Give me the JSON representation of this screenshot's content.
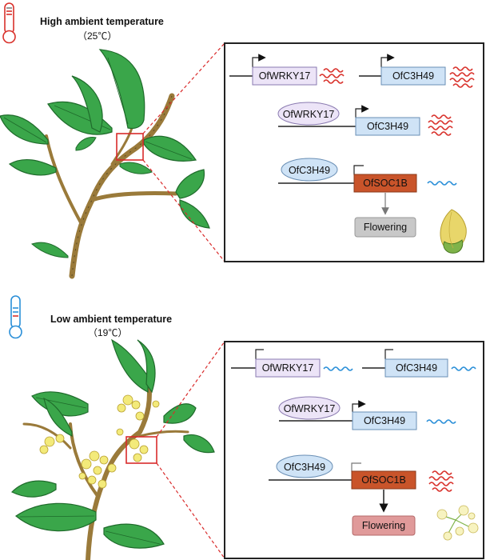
{
  "top_panel": {
    "condition": "High ambient temperature",
    "temperature": "（25℃）",
    "row1_left_gene": "OfWRKY17",
    "row1_right_gene": "OfC3H49",
    "row2_factor": "OfWRKY17",
    "row2_gene": "OfC3H49",
    "row3_factor": "OfC3H49",
    "row3_gene": "OfSOC1B",
    "outcome": "Flowering"
  },
  "bottom_panel": {
    "condition": "Low ambient temperature",
    "temperature": "（19℃）",
    "row1_left_gene": "OfWRKY17",
    "row1_right_gene": "OfC3H49",
    "row2_factor": "OfWRKY17",
    "row2_gene": "OfC3H49",
    "row3_factor": "OfC3H49",
    "row3_gene": "OfSOC1B",
    "outcome": "Flowering"
  },
  "colors": {
    "high_expression": "#d9312b",
    "low_expression": "#2a8fd8",
    "thermometer_hot": "#d9312b",
    "thermometer_cold": "#2a8fd8",
    "wrky_box": "#ece4f7",
    "c3h49_box": "#cfe3f6",
    "soc1b_box": "#c9542a",
    "flowering_top": "#c8c8c8",
    "flowering_bottom": "#e09a9a",
    "leaf": "#3aa64a",
    "stem": "#9a7a3a",
    "flower": "#f3ea7a",
    "zoom_box": "#d92b2b"
  }
}
